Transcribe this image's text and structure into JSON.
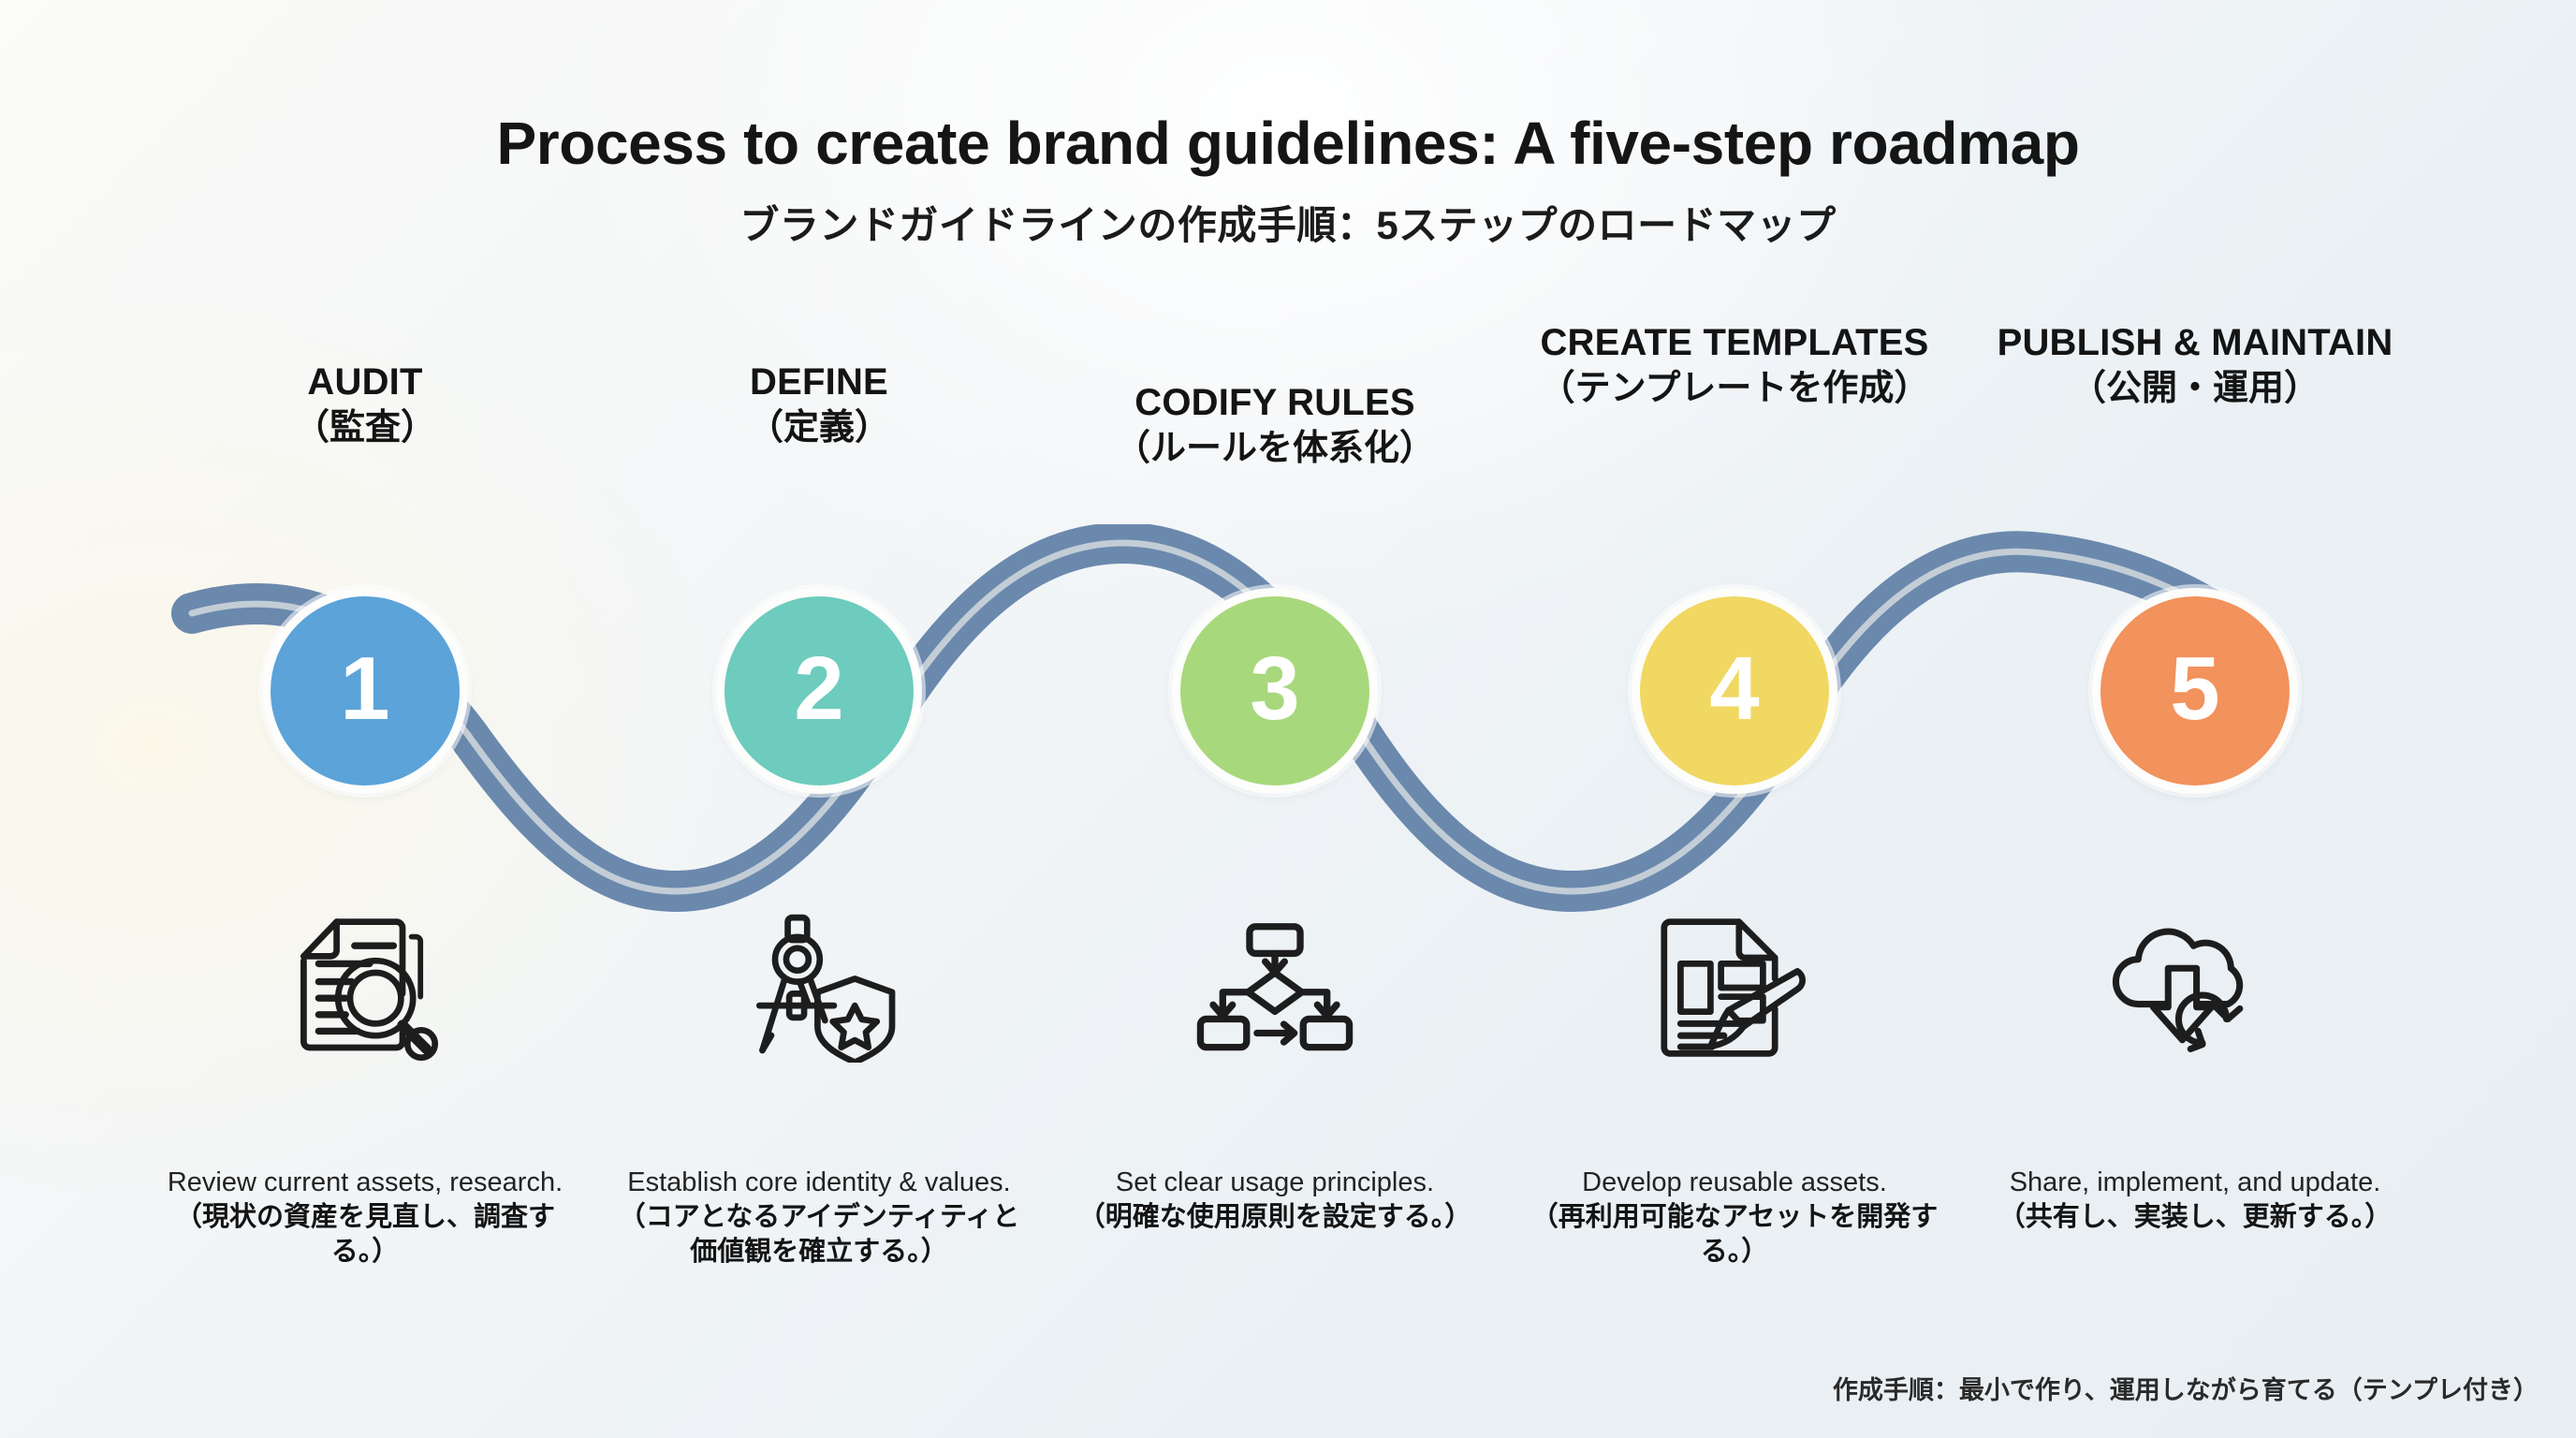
{
  "header": {
    "title": "Process to create brand guidelines: A five-step roadmap",
    "subtitle": "ブランドガイドラインの作成手順：5ステップのロードマップ"
  },
  "footnote": "作成手順：最小で作り、運用しながら育てる（テンプレ付き）",
  "colors": {
    "step1": "#5BA3D9",
    "step2": "#6DCCBD",
    "step3": "#A8D87C",
    "step4": "#F0D862",
    "step5": "#F2925C",
    "road": "#6B89AD",
    "road_centerline": "#C3CDD6",
    "background": "#EDF2F5",
    "number_text": "#FFFFFF",
    "heading_text": "#141414"
  },
  "steps": [
    {
      "number": "1",
      "title_en": "AUDIT",
      "title_ja": "（監査）",
      "icon": "document-magnifier-icon",
      "caption_en": "Review current assets, research.",
      "caption_ja": "（現状の資産を見直し、調査する。）",
      "color": "#5BA3D9"
    },
    {
      "number": "2",
      "title_en": "DEFINE",
      "title_ja": "（定義）",
      "icon": "compass-shield-icon",
      "caption_en": "Establish core identity & values.",
      "caption_ja": "（コアとなるアイデンティティと価値観を確立する。）",
      "color": "#6DCCBD"
    },
    {
      "number": "3",
      "title_en": "CODIFY RULES",
      "title_ja": "（ルールを体系化）",
      "icon": "flowchart-icon",
      "caption_en": "Set clear usage principles.",
      "caption_ja": "（明確な使用原則を設定する。）",
      "color": "#A8D87C"
    },
    {
      "number": "4",
      "title_en": "CREATE TEMPLATES",
      "title_ja": "（テンプレートを作成）",
      "icon": "document-paintbrush-icon",
      "caption_en": "Develop reusable assets.",
      "caption_ja": "（再利用可能なアセットを開発する。）",
      "color": "#F0D862"
    },
    {
      "number": "5",
      "title_en": "PUBLISH & MAINTAIN",
      "title_ja": "（公開・運用）",
      "icon": "cloud-download-sync-icon",
      "caption_en": "Share, implement, and update.",
      "caption_ja": "（共有し、実装し、更新する。）",
      "color": "#F2925C"
    }
  ]
}
